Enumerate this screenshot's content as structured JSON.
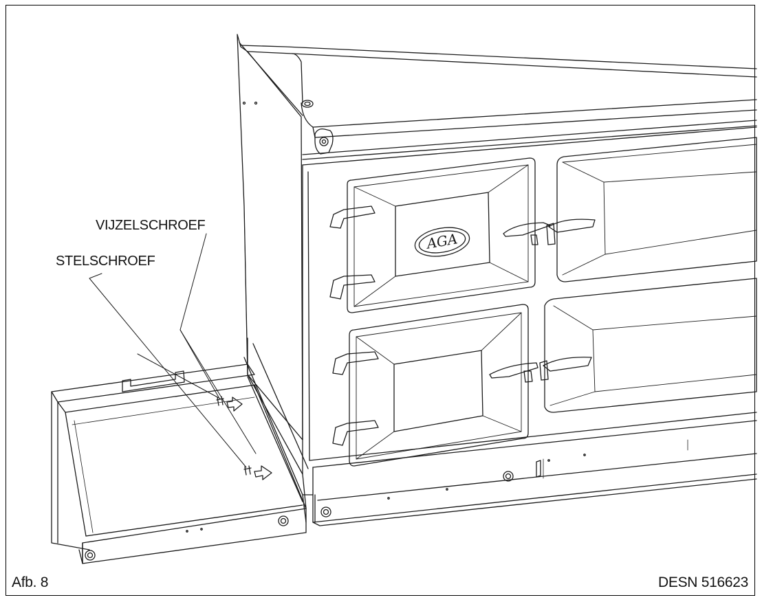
{
  "figure": {
    "caption": "Afb. 8",
    "document_number": "DESN 516623"
  },
  "callouts": {
    "jack_screw": "VIJZELSCHROEF",
    "level_screw": "STELSCHROEF"
  },
  "drawing": {
    "logo_text": "AGA",
    "line_color": "#1a1a1a"
  }
}
